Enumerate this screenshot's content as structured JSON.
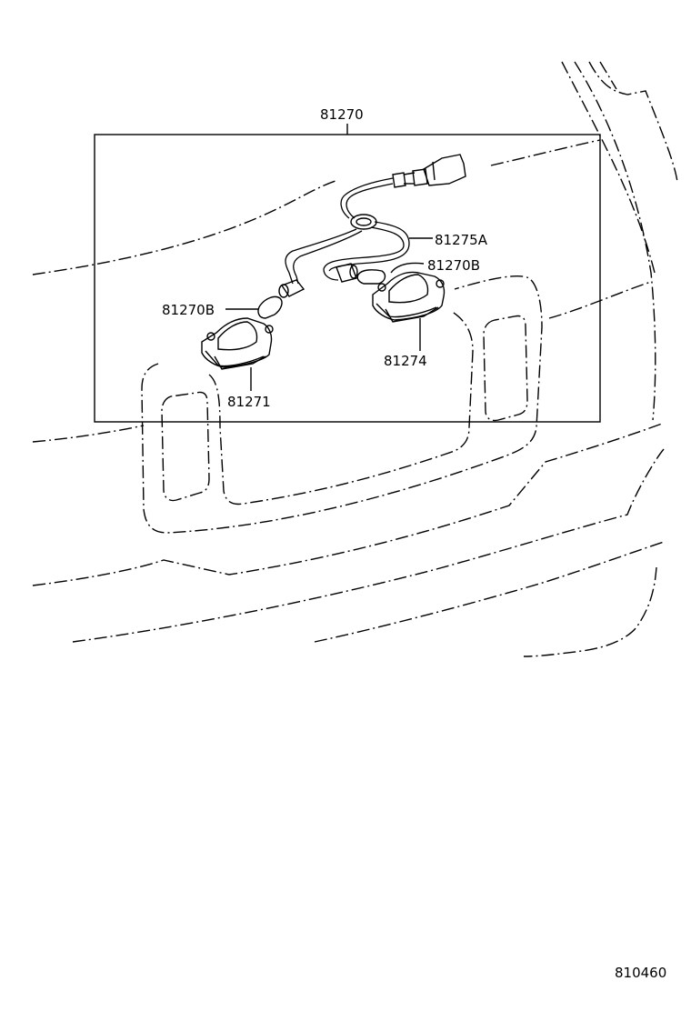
{
  "diagram": {
    "labels": {
      "assembly": "81270",
      "socket_wire": "81275A",
      "bulb_right": "81270B",
      "bulb_left": "81270B",
      "lamp_right": "81274",
      "lamp_left": "81271",
      "figure_code": "810460"
    }
  }
}
